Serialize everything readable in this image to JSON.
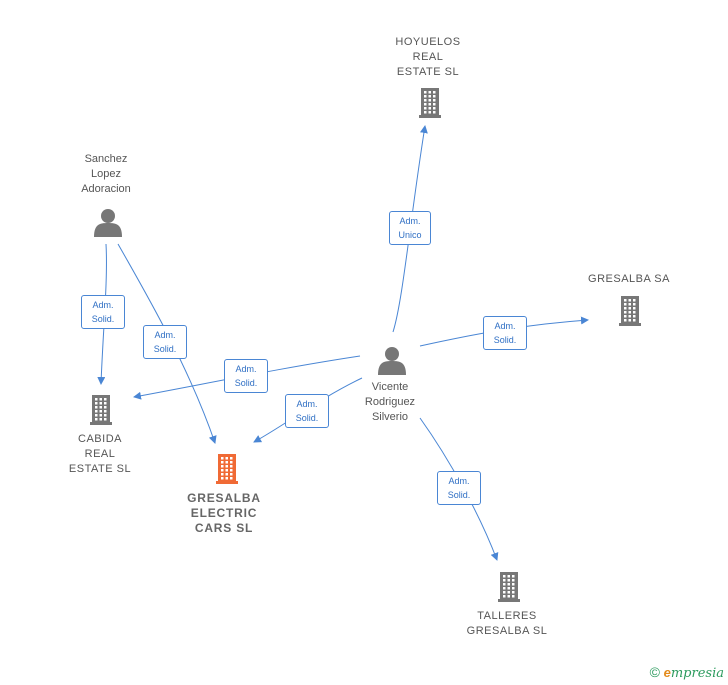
{
  "nodes": [
    {
      "id": "hoyuelos",
      "label": "HOYUELOS\nREAL\nESTATE  SL",
      "type": "company",
      "color": "#777777"
    },
    {
      "id": "sanchez",
      "label": "Sanchez\nLopez\nAdoracion",
      "type": "person",
      "color": "#777777"
    },
    {
      "id": "gresalba_sa",
      "label": "GRESALBA SA",
      "type": "company",
      "color": "#777777"
    },
    {
      "id": "vicente",
      "label": "Vicente\nRodriguez\nSilverio",
      "type": "person",
      "color": "#777777"
    },
    {
      "id": "cabida",
      "label": "CABIDA\nREAL\nESTATE  SL",
      "type": "company",
      "color": "#777777"
    },
    {
      "id": "gresalba_electric",
      "label": "GRESALBA\nELECTRIC\nCARS  SL",
      "type": "company",
      "color": "#f06a35",
      "focal": true
    },
    {
      "id": "talleres",
      "label": "TALLERES\nGRESALBA  SL",
      "type": "company",
      "color": "#777777"
    }
  ],
  "edges": [
    {
      "from": "vicente",
      "to": "hoyuelos",
      "label": "Adm.\nUnico"
    },
    {
      "from": "vicente",
      "to": "gresalba_sa",
      "label": "Adm.\nSolid."
    },
    {
      "from": "vicente",
      "to": "cabida",
      "label": "Adm.\nSolid."
    },
    {
      "from": "vicente",
      "to": "gresalba_electric",
      "label": "Adm.\nSolid."
    },
    {
      "from": "vicente",
      "to": "talleres",
      "label": "Adm.\nSolid."
    },
    {
      "from": "sanchez",
      "to": "cabida",
      "label": "Adm.\nSolid."
    },
    {
      "from": "sanchez",
      "to": "gresalba_electric",
      "label": "Adm.\nSolid."
    }
  ],
  "colors": {
    "edge": "#4a86d4",
    "badge_text": "#2f6fc4",
    "icon": "#777777",
    "focal": "#f06a35"
  },
  "brand": {
    "copyright": "©",
    "initial": "e",
    "text": "mpresia"
  }
}
